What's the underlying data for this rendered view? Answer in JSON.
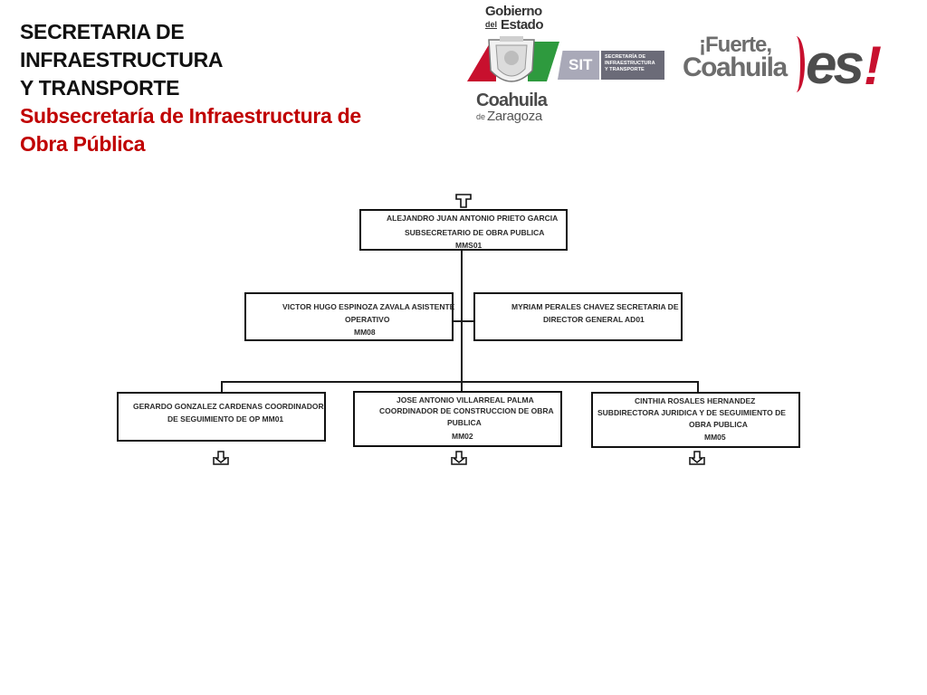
{
  "header": {
    "title_line1": "SECRETARIA DE INFRAESTRUCTURA",
    "title_line2": "Y TRANSPORTE",
    "subtitle_line1": "Subsecretaría de Infraestructura de",
    "subtitle_line2": "Obra Pública"
  },
  "logos": {
    "gobierno": {
      "line1": "Gobierno",
      "line2a": "del",
      "line2b": "Estado",
      "line3": "Coahuila",
      "line4a": "de",
      "line4b": "Zaragoza"
    },
    "sit": {
      "abbr": "SIT",
      "line1": "SECRETARÍA DE",
      "line2": "INFRAESTRUCTURA",
      "line3": "Y TRANSPORTE"
    },
    "fuerte": {
      "line1": "¡Fuerte,",
      "line2": "Coahuila",
      "es": "es",
      "excl": "!"
    },
    "colors": {
      "red": "#c8102e",
      "green": "#2e9a3e",
      "gray": "#6d6d6d"
    }
  },
  "org_chart": {
    "root": {
      "line1": "ALEJANDRO JUAN ANTONIO PRIETO GARCIA",
      "line2": "SUBSECRETARIO DE OBRA PUBLICA",
      "line3": "MMS01"
    },
    "assistant_left": {
      "line1": "VICTOR HUGO ESPINOZA ZAVALA  ASISTENTE",
      "line2": "OPERATIVO",
      "line3": "MM08"
    },
    "assistant_right": {
      "line1": "MYRIAM PERALES CHAVEZ  SECRETARIA DE",
      "line2": "DIRECTOR GENERAL  AD01"
    },
    "child1": {
      "line1": "GERARDO GONZALEZ CARDENAS  COORDINADOR",
      "line2": "DE SEGUIMIENTO DE OP MM01"
    },
    "child2": {
      "line1": "JOSE ANTONIO VILLARREAL PALMA",
      "line2": "COORDINADOR DE CONSTRUCCION DE OBRA",
      "line3": "PUBLICA",
      "line4": "MM02"
    },
    "child3": {
      "line1": "CINTHIA ROSALES HERNANDEZ",
      "line2": "SUBDIRECTORA JURIDICA Y DE SEGUIMIENTO DE",
      "line3": "OBRA PUBLICA",
      "line4": "MM05"
    }
  }
}
